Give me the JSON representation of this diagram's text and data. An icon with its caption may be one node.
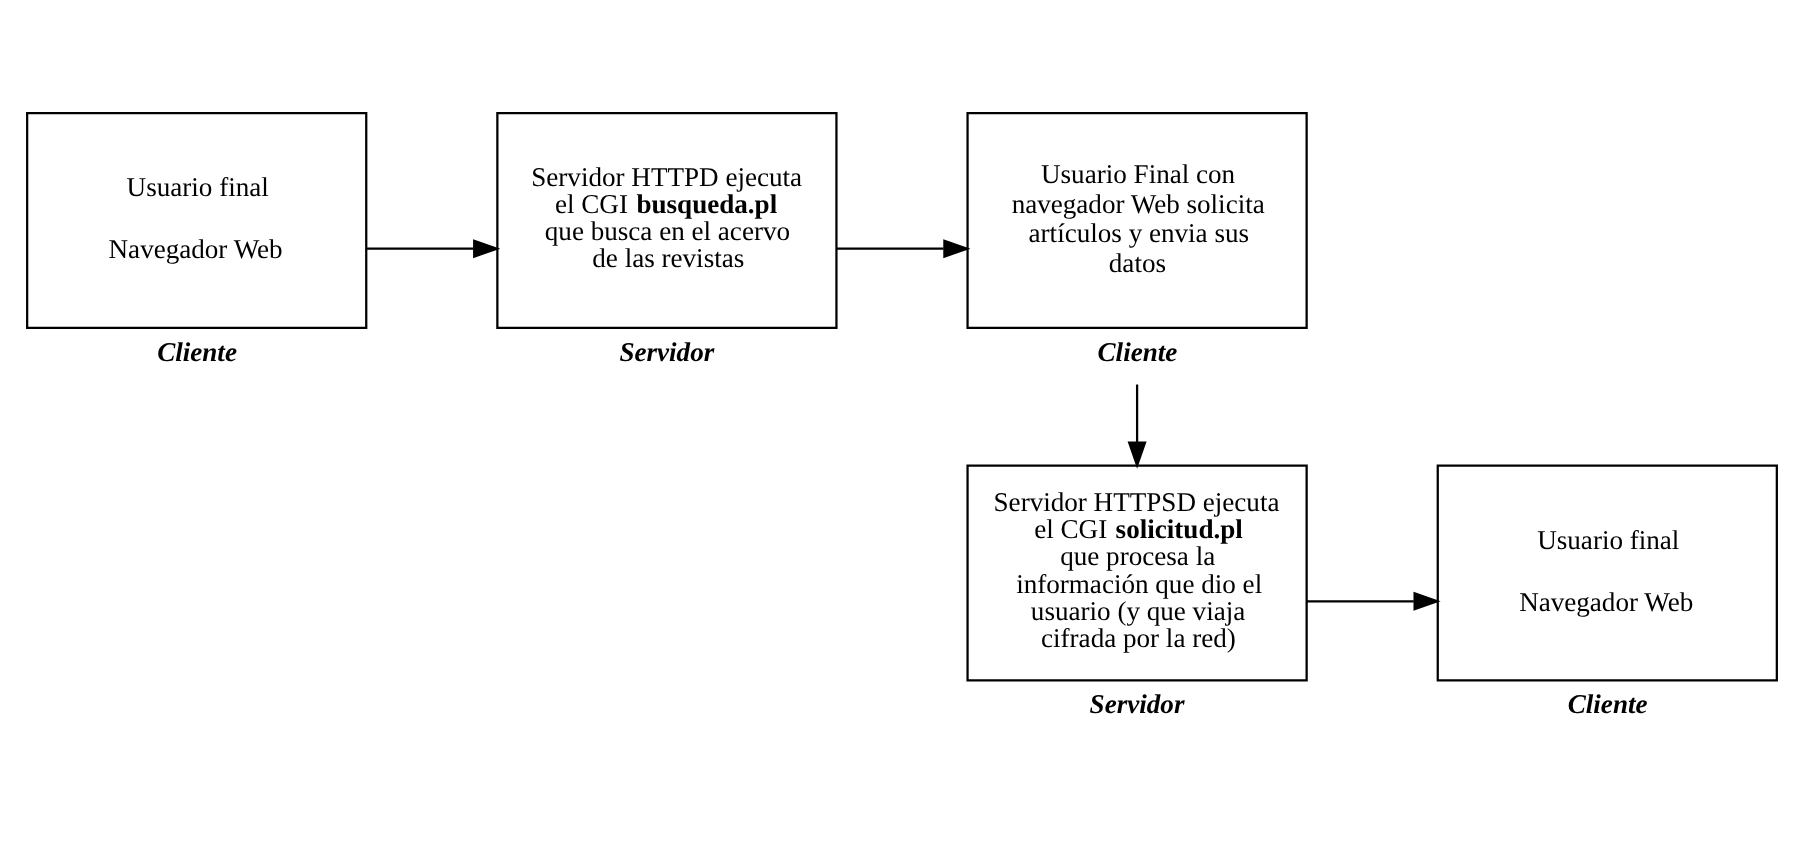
{
  "diagram": {
    "nodes": [
      {
        "text": [
          "Usuario final",
          "Navegador Web"
        ],
        "beside": [
          "Cliente"
        ]
      },
      {
        "text": [
          "Servidor HTTPD ejecuta el CGI **busqueda.pl** que busca en el acervo de las revistas"
        ],
        "beside": [
          "Servidor"
        ]
      },
      {
        "text": [
          "Usuario Final con navegador Web solicita artículos y envia sus datos"
        ],
        "beside": [
          "Cliente"
        ]
      },
      {
        "text": [
          "Servidor HTTPSD ejecuta el CGI **solicitud.pl** que procesa la información que dio el usuario (y que viaja cifrada por la red)"
        ],
        "beside": [
          "Servidor"
        ]
      },
      {
        "text": [
          "Usuario final",
          "Navegador Web"
        ],
        "beside": [
          "Cliente"
        ]
      }
    ],
    "edges": [
      {
        "from": 0,
        "to": 1,
        "arrow": "to"
      },
      {
        "from": 1,
        "to": 2,
        "arrow": "to"
      },
      {
        "from": 2,
        "to": 3,
        "arrow": "to"
      },
      {
        "from": 3,
        "to": 4,
        "arrow": "to"
      }
    ]
  }
}
